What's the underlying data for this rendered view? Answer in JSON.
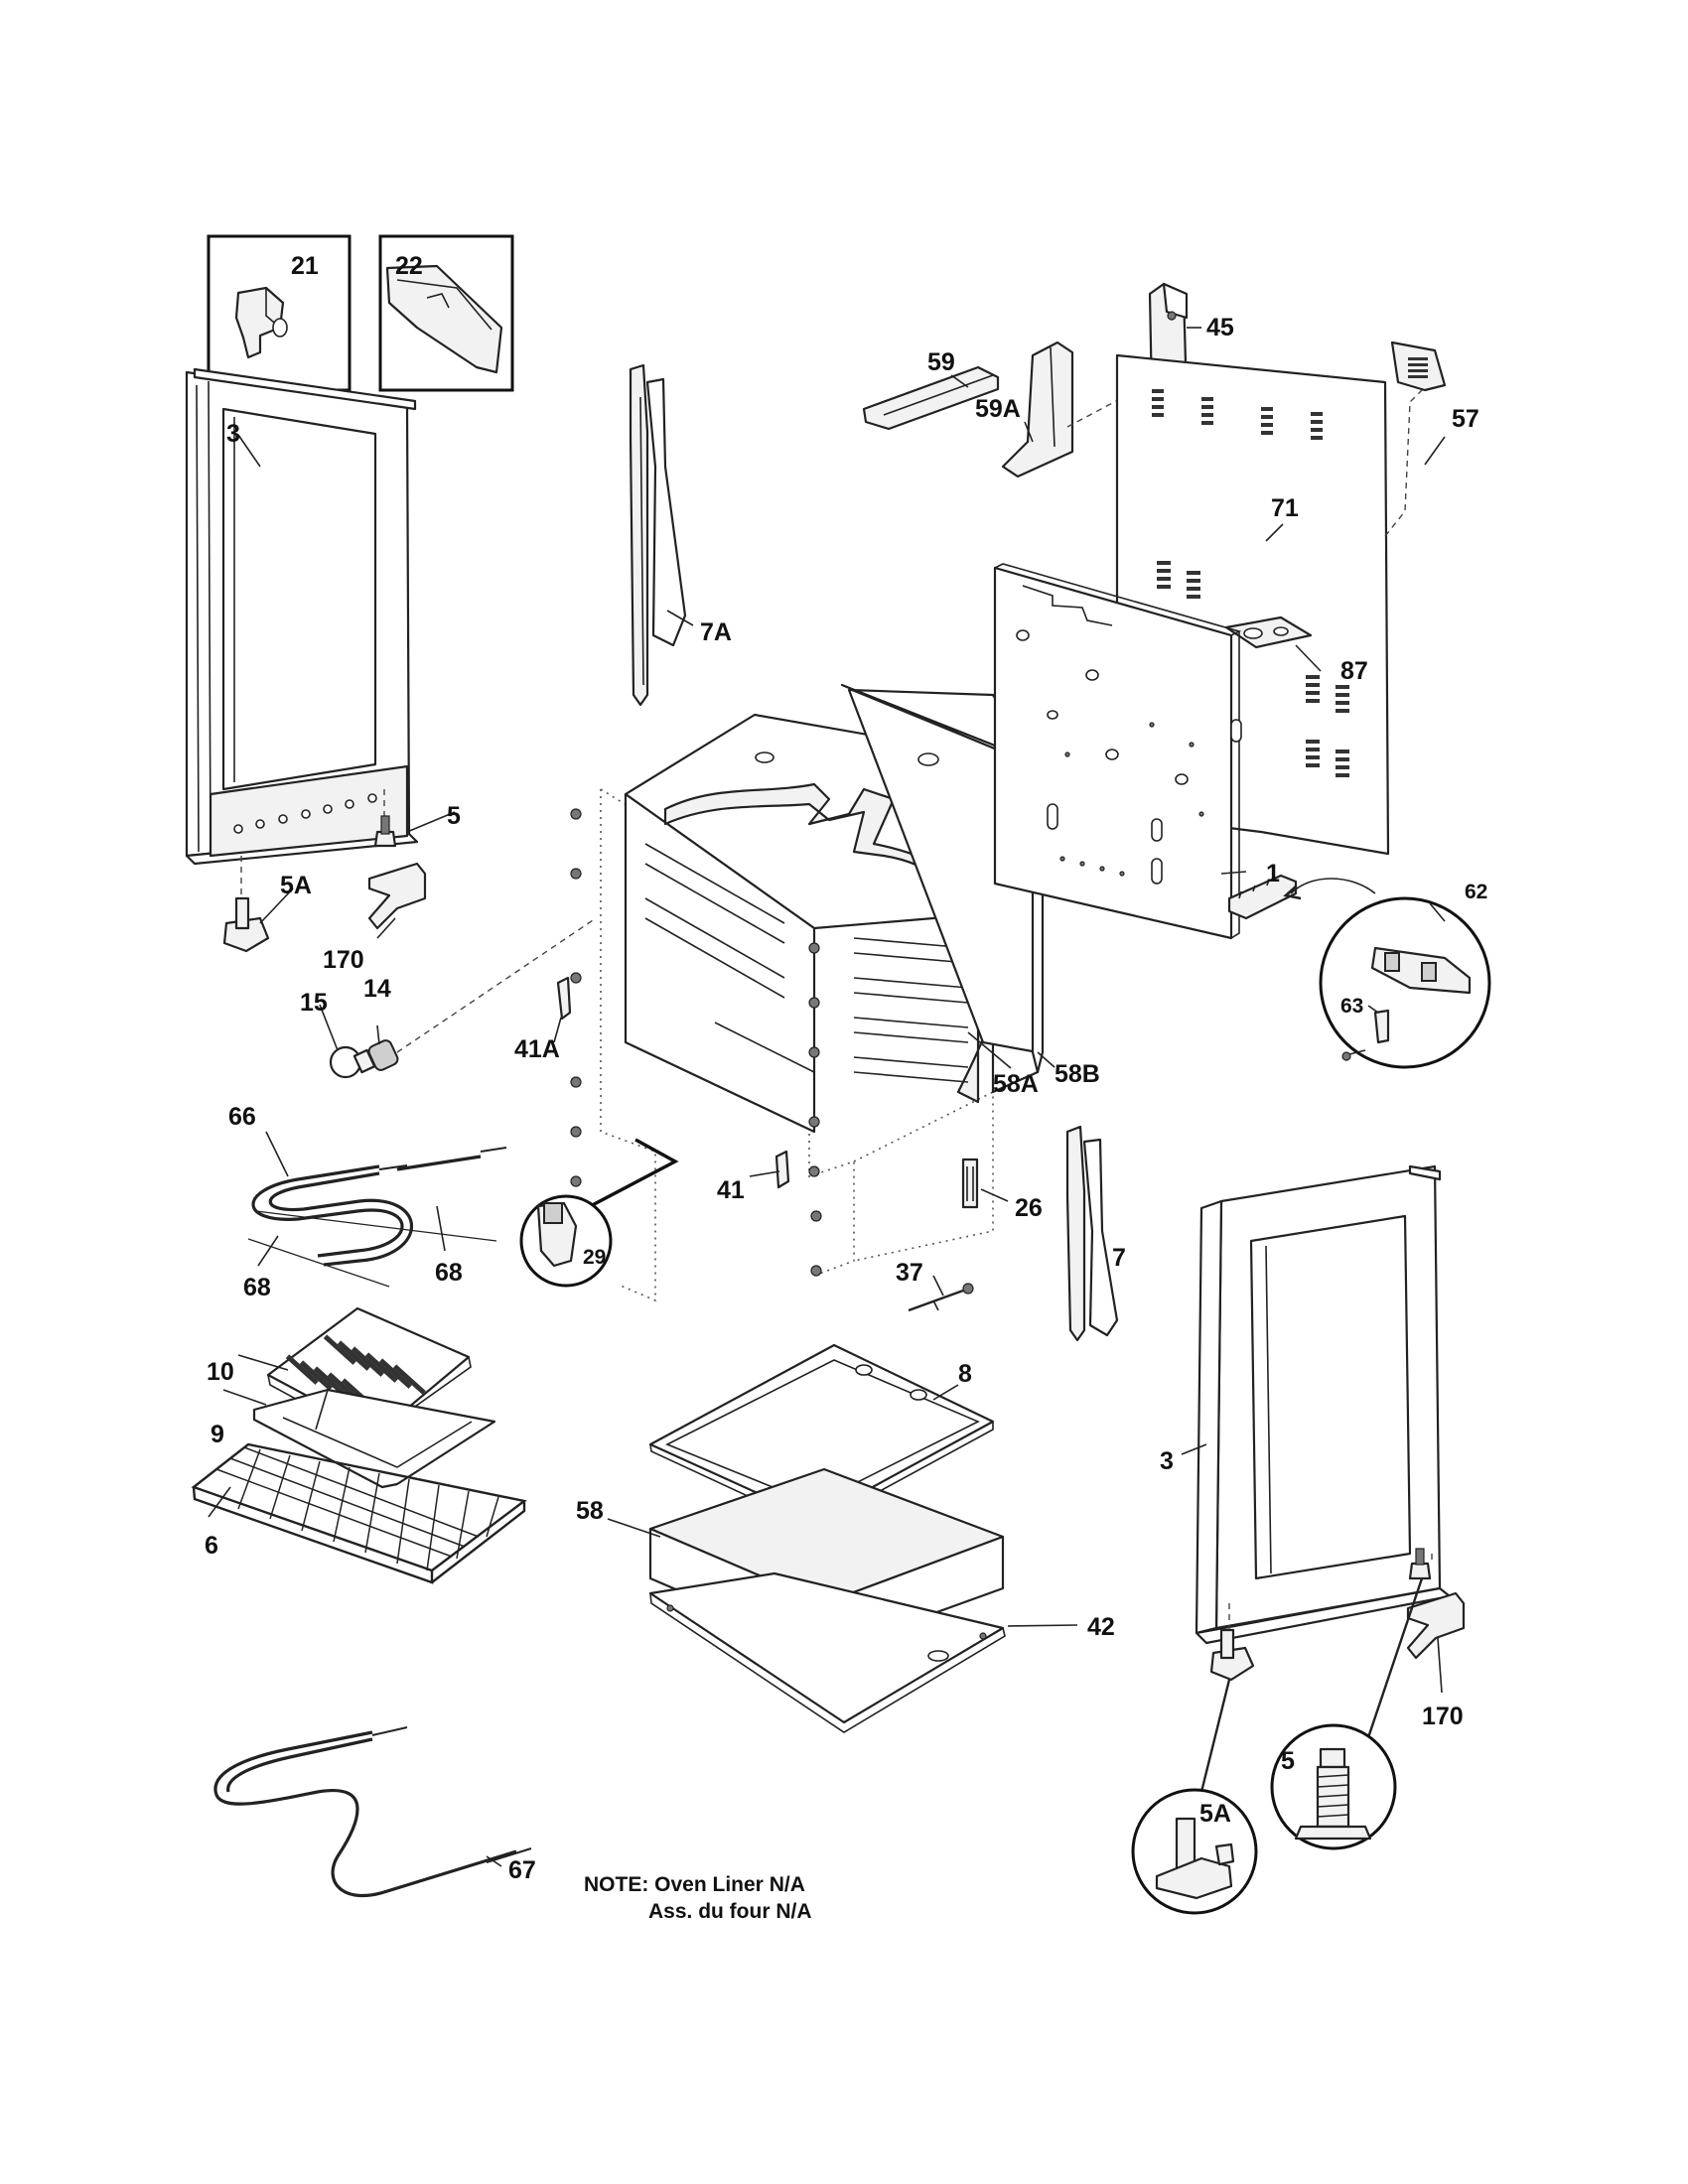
{
  "labels": {
    "p21": "21",
    "p22": "22",
    "p3a": "3",
    "p3b": "3",
    "p5a": "5",
    "p5b": "5",
    "p5Aa": "5A",
    "p5Ab": "5A",
    "p170a": "170",
    "p170b": "170",
    "p14": "14",
    "p15": "15",
    "p7A": "7A",
    "p7": "7",
    "p41A": "41A",
    "p41": "41",
    "p29": "29",
    "p26": "26",
    "p37": "37",
    "p58A": "58A",
    "p58B": "58B",
    "p59A": "59A",
    "p59": "59",
    "p45": "45",
    "p57": "57",
    "p71": "71",
    "p87": "87",
    "p1": "1",
    "p62": "62",
    "p63": "63",
    "p66": "66",
    "p68a": "68",
    "p68b": "68",
    "p10": "10",
    "p9": "9",
    "p6": "6",
    "p8": "8",
    "p58": "58",
    "p42": "42",
    "p67": "67"
  },
  "note": {
    "line1": "NOTE: Oven Liner N/A",
    "line2": "Ass. du four N/A"
  }
}
